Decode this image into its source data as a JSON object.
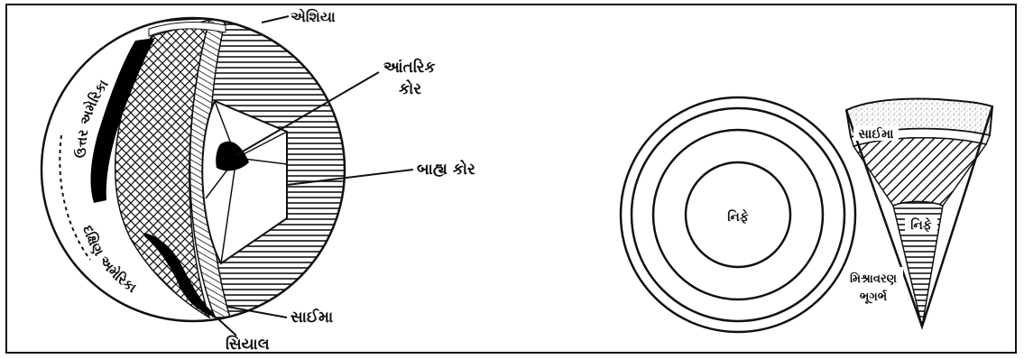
{
  "colors": {
    "ink": "#111111",
    "paper": "#ffffff",
    "land": "#000000",
    "crust_speckle": "#d8d8d8"
  },
  "globe": {
    "labels": {
      "asia": "એશિયા",
      "inner_core": "આંતરિક કોર",
      "inner_core_line1": "આંતરિક",
      "inner_core_line2": "કોર",
      "outer_core": "બાહ્ય કોર",
      "sima": "સાઈમા",
      "sial": "સિયાલ",
      "north_america": "ઉત્તર અમેરિકા",
      "south_america": "દક્ષિણ અમેરિકા"
    }
  },
  "cross_section": {
    "core_label": "નિફે"
  },
  "wedge": {
    "labels": {
      "sima": "સાઈમા",
      "core": "નિફે",
      "mantle": "મિશ્રાવરણ ભૂગર્ભ",
      "mantle_line1": "મિશ્રાવરણ",
      "mantle_line2": "ભૂગર્ભ"
    }
  }
}
